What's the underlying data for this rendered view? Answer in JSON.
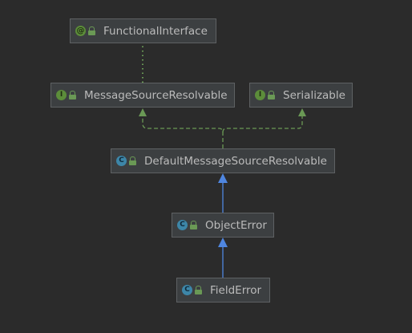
{
  "nodes": {
    "functional_interface": {
      "label": "FunctionalInterface",
      "kind": "annotation",
      "badge": "@"
    },
    "message_source_resolvable": {
      "label": "MessageSourceResolvable",
      "kind": "interface",
      "badge": "I"
    },
    "serializable": {
      "label": "Serializable",
      "kind": "interface",
      "badge": "I"
    },
    "default_message_source_resolvable": {
      "label": "DefaultMessageSourceResolvable",
      "kind": "class",
      "badge": "C"
    },
    "object_error": {
      "label": "ObjectError",
      "kind": "class",
      "badge": "C"
    },
    "field_error": {
      "label": "FieldError",
      "kind": "class",
      "badge": "C"
    }
  },
  "edges": [
    {
      "from": "message_source_resolvable",
      "to": "functional_interface",
      "style": "dotted",
      "color": "#6a9955"
    },
    {
      "from": "default_message_source_resolvable",
      "to": "message_source_resolvable",
      "style": "dashed",
      "color": "#6a9955"
    },
    {
      "from": "default_message_source_resolvable",
      "to": "serializable",
      "style": "dashed",
      "color": "#6a9955"
    },
    {
      "from": "object_error",
      "to": "default_message_source_resolvable",
      "style": "solid",
      "color": "#4f86e0"
    },
    {
      "from": "field_error",
      "to": "object_error",
      "style": "solid",
      "color": "#4f86e0"
    }
  ],
  "colors": {
    "background": "#2b2b2b",
    "node_fill": "#3c3f41",
    "node_border": "#5e6163",
    "text": "#bbbbbb",
    "interface_badge": "#5c8d3a",
    "class_badge": "#3d86a8",
    "implements_edge": "#6a9955",
    "extends_edge": "#4f86e0"
  },
  "icons": {
    "interface": "interface-icon",
    "class": "class-icon",
    "annotation": "annotation-icon",
    "visibility": "public-lock-icon"
  }
}
